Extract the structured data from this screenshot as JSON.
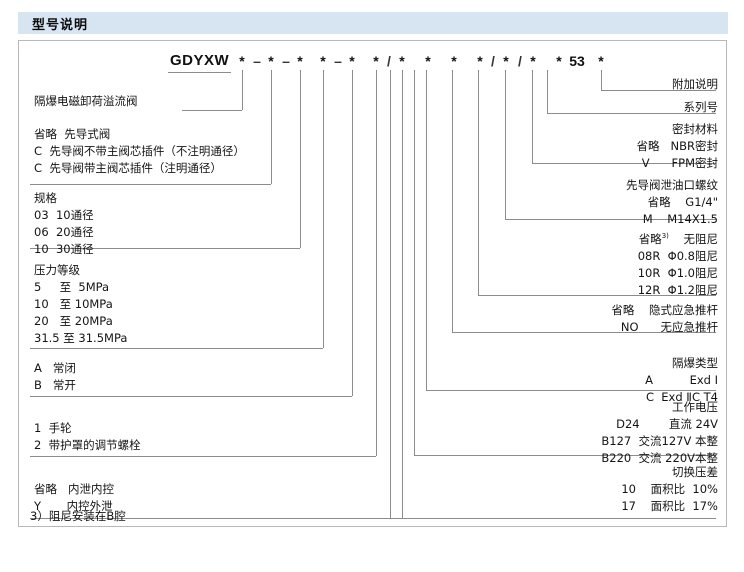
{
  "header": {
    "title": "型号说明"
  },
  "model": {
    "base_code": "GDYXW",
    "tokens": [
      "*",
      "–",
      "*",
      "–",
      "*",
      "*",
      "–",
      "*",
      "*",
      "/",
      "*",
      "*",
      "*",
      "*",
      "/",
      "*",
      "/",
      "*",
      "*",
      "53",
      "*"
    ],
    "series_number_value": "53"
  },
  "left_labels": [
    {
      "id": "product-name",
      "rows": [
        "隔爆电磁卸荷溢流阀"
      ]
    },
    {
      "id": "pilot-type",
      "rows": [
        "省略  先导式阀",
        "C  先导阀不带主阀芯插件（不注明通径）",
        "C  先导阀带主阀芯插件（注明通径）"
      ]
    },
    {
      "id": "spec-size",
      "rows": [
        "规格",
        "03  10通径",
        "06  20通径",
        "10  30通径"
      ]
    },
    {
      "id": "pressure-rating",
      "rows": [
        "压力等级",
        "5     至  5MPa",
        "10   至 10MPa",
        "20   至 20MPa",
        "31.5 至 31.5MPa"
      ]
    },
    {
      "id": "normal-state",
      "rows": [
        "A   常闭",
        "B   常开"
      ]
    },
    {
      "id": "adjust-type",
      "rows": [
        "1  手轮",
        "2  带护罩的调节螺栓"
      ]
    },
    {
      "id": "drain-control",
      "rows": [
        "省略   内泄内控",
        "Y       内控外泄"
      ]
    }
  ],
  "right_labels": [
    {
      "id": "additional-note",
      "rows": [
        "附加说明"
      ]
    },
    {
      "id": "series-number",
      "rows": [
        "系列号"
      ]
    },
    {
      "id": "seal-material",
      "rows": [
        "密封材料",
        "省略   NBR密封",
        "V      FPM密封"
      ]
    },
    {
      "id": "pilot-drain-thread",
      "rows": [
        "先导阀泄油口螺纹",
        "省略    G1/4\"",
        "M    M14X1.5"
      ]
    },
    {
      "id": "damping",
      "rows": [
        "省略<sup>3)</sup>    无阻尼",
        "08R  Φ0.8阻尼",
        "10R  Φ1.0阻尼",
        "12R  Φ1.2阻尼"
      ]
    },
    {
      "id": "emergency-rod",
      "rows": [
        "省略    隐式应急推杆",
        "NO      无应急推杆"
      ]
    },
    {
      "id": "explosion-type",
      "rows": [
        "隔爆类型",
        "A          Exd Ⅰ",
        "C  Exd ⅡC T4"
      ]
    },
    {
      "id": "working-voltage",
      "rows": [
        "工作电压",
        "D24        直流 24V",
        "B127  交流127V 本整",
        "B220  交流 220V本整"
      ]
    },
    {
      "id": "switch-pressure",
      "rows": [
        "切换压差",
        "10    面积比  10%",
        "17    面积比  17%"
      ]
    }
  ],
  "footnote": {
    "text": "3）阻尼安装在B腔"
  },
  "colors": {
    "header_band": "#d7e5f2",
    "line": "#8c8c8c",
    "frame": "#b8b8b8",
    "text": "#141414"
  }
}
